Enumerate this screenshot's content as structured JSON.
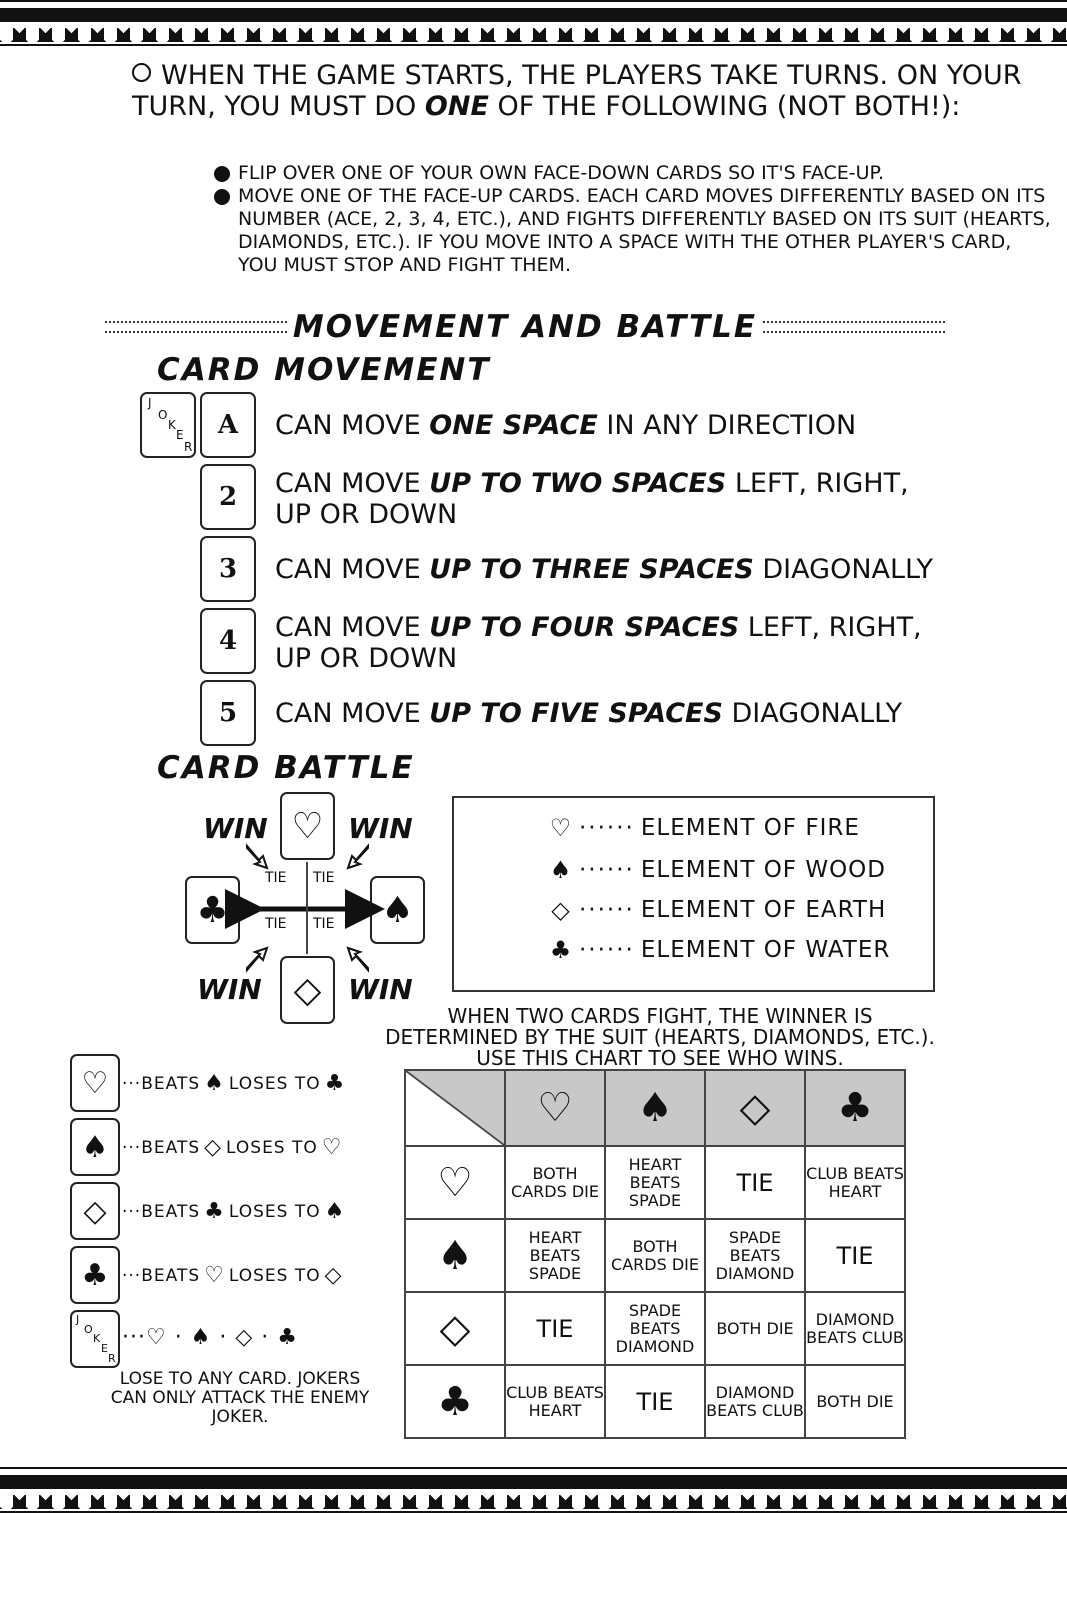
{
  "intro": {
    "line_pre": "WHEN THE GAME STARTS, THE PLAYERS TAKE TURNS. ON YOUR TURN, YOU MUST DO ",
    "line_emph": "ONE",
    "line_post": " OF THE FOLLOWING (NOT BOTH!):",
    "bullets": [
      "FLIP OVER ONE OF YOUR OWN FACE-DOWN CARDS SO IT'S FACE-UP.",
      "MOVE ONE OF THE FACE-UP CARDS. EACH CARD MOVES DIFFERENTLY BASED ON ITS NUMBER (ACE, 2, 3, 4, ETC.), AND FIGHTS DIFFERENTLY BASED ON ITS SUIT (HEARTS, DIAMONDS, ETC.). IF YOU MOVE INTO A SPACE WITH THE OTHER PLAYER'S CARD, YOU MUST STOP AND FIGHT THEM."
    ]
  },
  "section_title": "MOVEMENT AND BATTLE",
  "movement": {
    "heading": "CARD MOVEMENT",
    "joker_letters": [
      "J",
      "O",
      "K",
      "E",
      "R"
    ],
    "rows": [
      {
        "card": "A",
        "pre": "CAN MOVE ",
        "emph": "ONE SPACE",
        "post": " IN ANY DIRECTION"
      },
      {
        "card": "2",
        "pre": "CAN MOVE ",
        "emph": "UP TO TWO SPACES",
        "post": " LEFT, RIGHT, UP OR DOWN"
      },
      {
        "card": "3",
        "pre": "CAN MOVE ",
        "emph": "UP TO THREE SPACES",
        "post": " DIAGONALLY"
      },
      {
        "card": "4",
        "pre": "CAN MOVE ",
        "emph": "UP TO FOUR SPACES",
        "post": " LEFT, RIGHT, UP OR DOWN"
      },
      {
        "card": "5",
        "pre": "CAN MOVE ",
        "emph": "UP TO FIVE SPACES",
        "post": " DIAGONALLY"
      }
    ]
  },
  "battle": {
    "heading": "CARD BATTLE",
    "win": "WIN",
    "tie": "TIE",
    "suits": {
      "heart": "♡",
      "spade": "♠",
      "diamond": "◇",
      "club": "♣"
    },
    "legend": [
      {
        "sym": "♡",
        "dots": "······",
        "label": "ELEMENT OF FIRE"
      },
      {
        "sym": "♠",
        "dots": "······",
        "label": "ELEMENT OF WOOD"
      },
      {
        "sym": "◇",
        "dots": "······",
        "label": "ELEMENT OF EARTH"
      },
      {
        "sym": "♣",
        "dots": "······",
        "label": "ELEMENT OF WATER"
      }
    ],
    "caption": "WHEN TWO CARDS FIGHT, THE WINNER IS DETERMINED BY THE SUIT (HEARTS, DIAMONDS, ETC.). USE THIS CHART TO SEE WHO WINS.",
    "table": {
      "columns": [
        "♡",
        "♠",
        "◇",
        "♣"
      ],
      "rows": [
        {
          "suit": "♡",
          "cells": [
            "BOTH CARDS DIE",
            "HEART BEATS SPADE",
            "TIE",
            "CLUB BEATS HEART"
          ]
        },
        {
          "suit": "♠",
          "cells": [
            "HEART BEATS SPADE",
            "BOTH CARDS DIE",
            "SPADE BEATS DIAMOND",
            "TIE"
          ]
        },
        {
          "suit": "◇",
          "cells": [
            "TIE",
            "SPADE BEATS DIAMOND",
            "BOTH DIE",
            "DIAMOND BEATS CLUB"
          ]
        },
        {
          "suit": "♣",
          "cells": [
            "CLUB BEATS HEART",
            "TIE",
            "DIAMOND BEATS CLUB",
            "BOTH DIE"
          ]
        }
      ]
    },
    "beats": [
      {
        "suit": "♡",
        "lead": "···",
        "beats_label": "BEATS",
        "beats": "♠",
        "loses_label": "LOSES TO",
        "loses": "♣"
      },
      {
        "suit": "♠",
        "lead": "···",
        "beats_label": "BEATS",
        "beats": "◇",
        "loses_label": "LOSES TO",
        "loses": "♡"
      },
      {
        "suit": "◇",
        "lead": "···",
        "beats_label": "BEATS",
        "beats": "♣",
        "loses_label": "LOSES TO",
        "loses": "♠"
      },
      {
        "suit": "♣",
        "lead": "···",
        "beats_label": "BEATS",
        "beats": "♡",
        "loses_label": "LOSES TO",
        "loses": "◇"
      }
    ],
    "joker_row": "···♡ · ♠ · ◇ · ♣",
    "joker_note": "LOSE TO ANY CARD. JOKERS CAN ONLY ATTACK THE ENEMY JOKER."
  }
}
